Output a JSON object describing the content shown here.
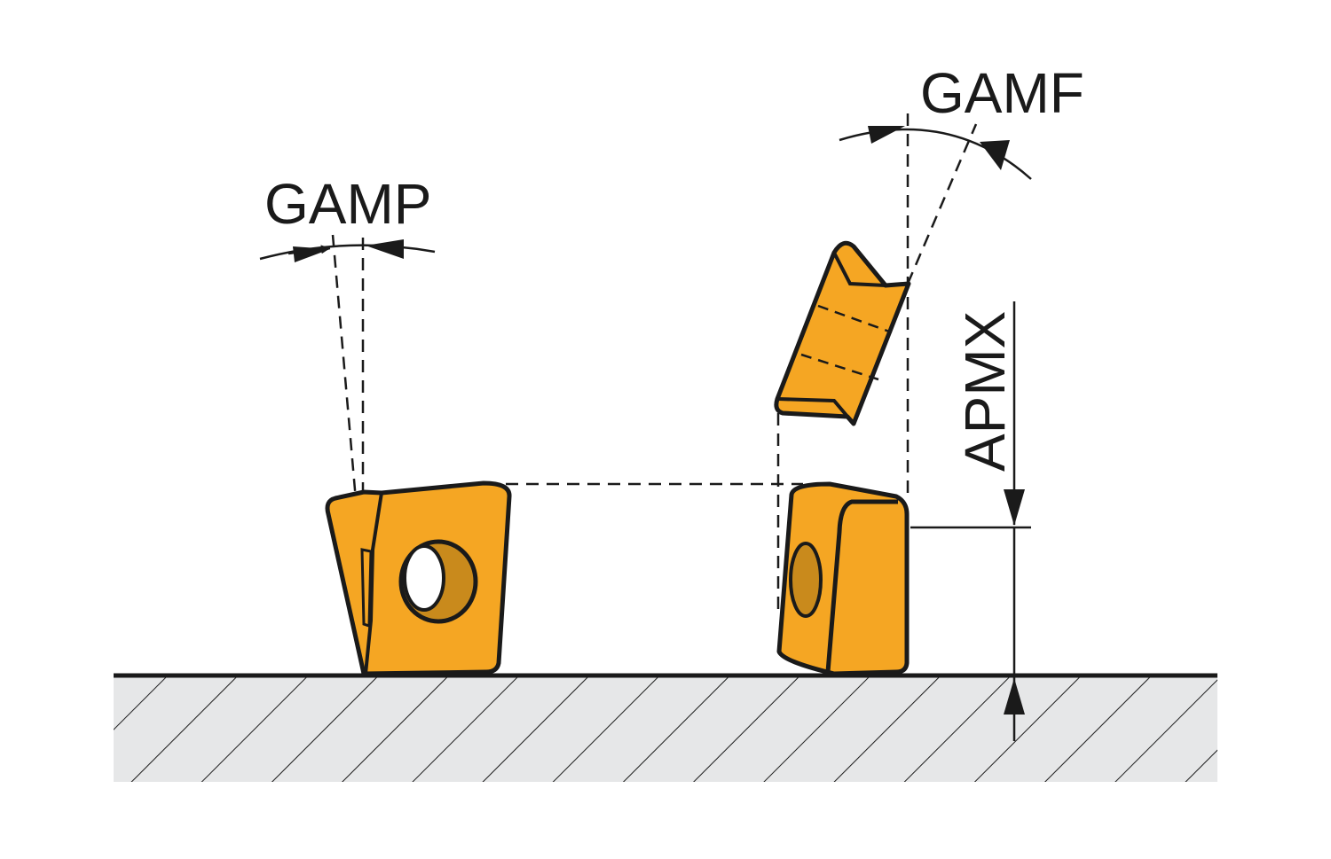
{
  "labels": {
    "gamp": "GAMP",
    "gamf": "GAMF",
    "apmx": "APMX"
  },
  "colors": {
    "insert_fill": "#F5A623",
    "insert_shade": "#C98A1C",
    "outline": "#1a1a1a",
    "workpiece": "#E6E7E8"
  }
}
